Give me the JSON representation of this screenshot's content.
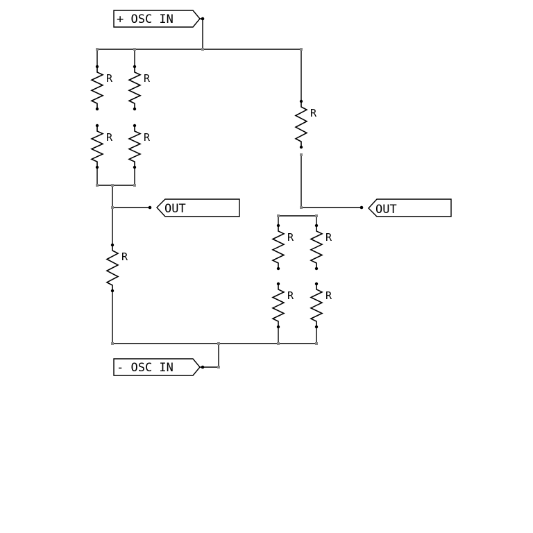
{
  "ports": {
    "osc_in_pos": "+ OSC IN",
    "osc_in_neg": "- OSC IN",
    "out_left": "OUT",
    "out_right": "OUT"
  },
  "resistor_label": "R",
  "colors": {
    "wire": "#000000",
    "junction": "#888888",
    "background": "#ffffff"
  }
}
